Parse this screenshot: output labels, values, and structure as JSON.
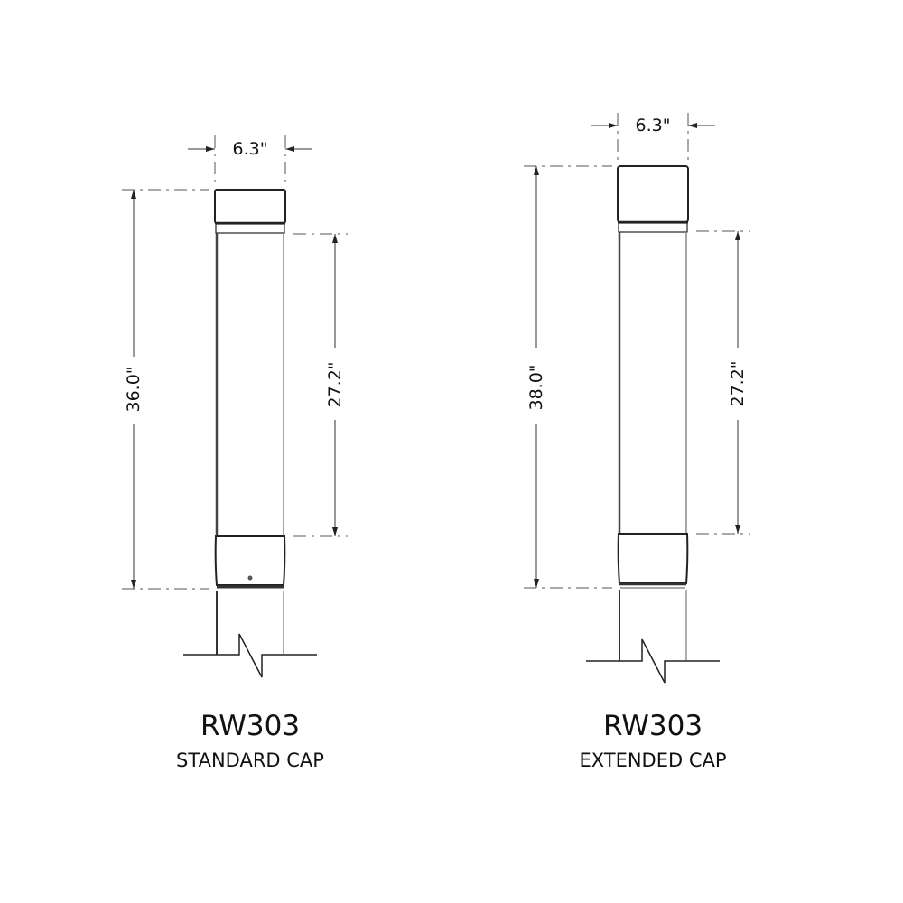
{
  "colors": {
    "line": "#222222",
    "dash": "#555555",
    "background": "#ffffff"
  },
  "bollards": [
    {
      "id": "standard",
      "model": "RW303",
      "cap_type": "STANDARD CAP",
      "width_dim": "6.3\"",
      "overall_height_dim": "36.0\"",
      "body_height_dim": "27.2\""
    },
    {
      "id": "extended",
      "model": "RW303",
      "cap_type": "EXTENDED CAP",
      "width_dim": "6.3\"",
      "overall_height_dim": "38.0\"",
      "body_height_dim": "27.2\""
    }
  ]
}
